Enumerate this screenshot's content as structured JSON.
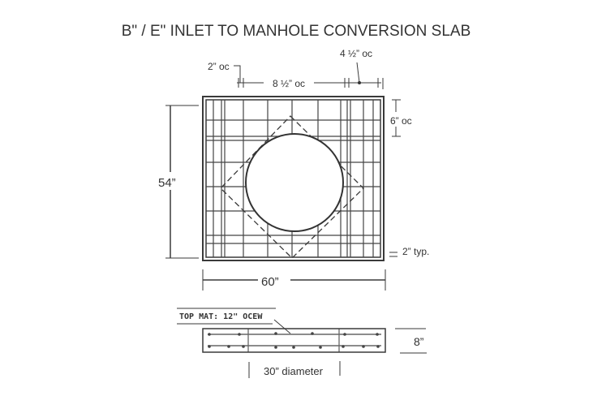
{
  "title": "B\" / E\" INLET TO MANHOLE CONVERSION SLAB",
  "plan": {
    "dim_height": "54”",
    "dim_width": "60”",
    "edge_spacing": "2” oc",
    "main_spacing": "8 ½” oc",
    "side_spacing": "4 ½” oc",
    "vertical_spacing": "6” oc",
    "edge_typical": "2” typ."
  },
  "section": {
    "top_mat_note": "TOP MAT:  12\" OCEW",
    "thickness": "8”",
    "opening": "30” diameter"
  }
}
